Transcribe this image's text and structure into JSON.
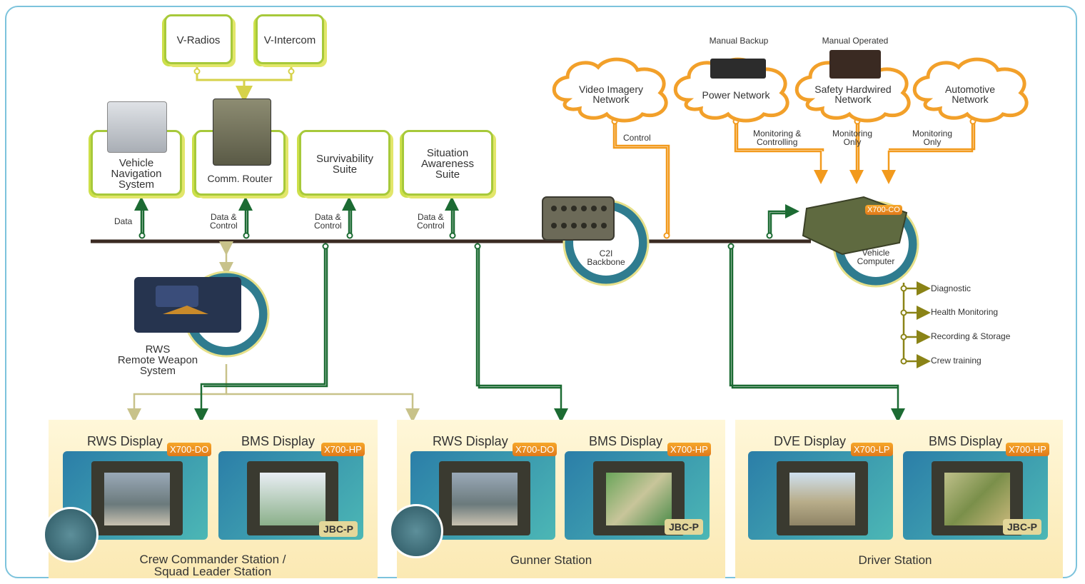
{
  "top_boxes": {
    "v_radios": "V-Radios",
    "v_intercom": "V-Intercom",
    "vehicle_navigation": "Vehicle\nNavigation\nSystem",
    "comm_router": "Comm. Router",
    "survivability": "Survivability\nSuite",
    "situation": "Situation\nAwareness\nSuite"
  },
  "bus_labels": {
    "data": "Data",
    "data_control_1": "Data &\nControl",
    "data_control_2": "Data &\nControl",
    "data_control_3": "Data &\nControl"
  },
  "c2i": "C2I\nBackbone",
  "vehicle_computer": {
    "label": "Vehicle\nComputer",
    "badge": "X700-CO"
  },
  "clouds": {
    "video": "Video Imagery\nNetwork",
    "power": "Power Network",
    "safety": "Safety Hardwired\nNetwork",
    "automotive": "Automotive\nNetwork"
  },
  "cloud_captions": {
    "manual_backup": "Manual Backup",
    "manual_operated": "Manual Operated"
  },
  "links": {
    "control": "Control",
    "monitoring_controlling": "Monitoring &\nControlling",
    "monitoring_only_1": "Monitoring\nOnly",
    "monitoring_only_2": "Monitoring\nOnly"
  },
  "outputs": [
    "Diagnostic",
    "Health Monitoring",
    "Recording & Storage",
    "Crew training"
  ],
  "rws": "RWS\nRemote Weapon\nSystem",
  "stations": [
    {
      "name": "Crew Commander Station /\nSquad Leader Station",
      "left_title": "RWS Display",
      "left_badge": "X700-DO",
      "right_title": "BMS Display",
      "right_badge": "X700-HP",
      "right_tag": "JBC-P"
    },
    {
      "name": "Gunner Station",
      "left_title": "RWS Display",
      "left_badge": "X700-DO",
      "right_title": "BMS Display",
      "right_badge": "X700-HP",
      "right_tag": "JBC-P"
    },
    {
      "name": "Driver Station",
      "left_title": "DVE Display",
      "left_badge": "X700-LP",
      "right_title": "BMS Display",
      "right_badge": "X700-HP",
      "right_tag": "JBC-P"
    }
  ],
  "colors": {
    "bus": "#3a2a22",
    "green_link": "#1c6b33",
    "orange_link": "#f29a1d",
    "olive_link": "#8a8316",
    "tan_link": "#c8c28a",
    "frame": "#7cc3dc"
  }
}
